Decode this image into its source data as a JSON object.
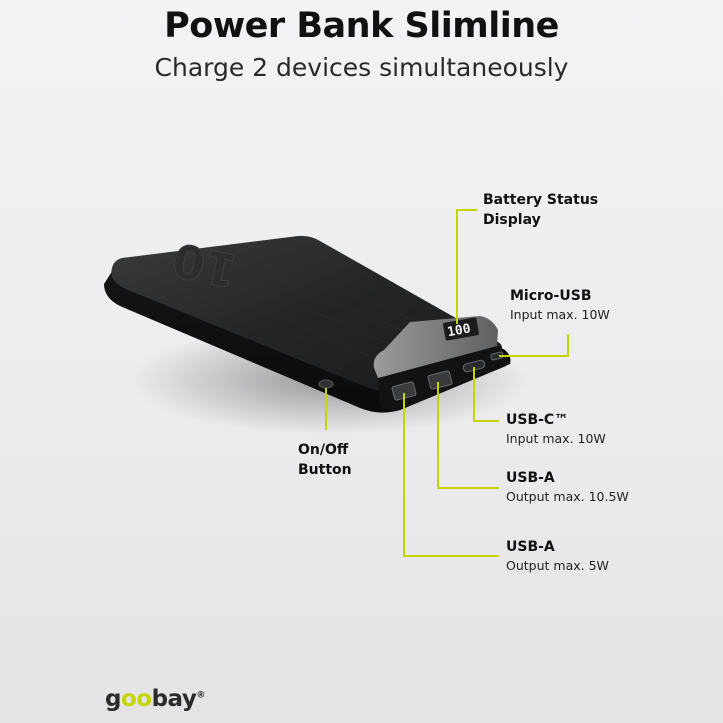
{
  "header": {
    "title": "Power Bank Slimline",
    "subtitle": "Charge 2 devices simultaneously"
  },
  "device": {
    "display_readout": "100",
    "case_print": "10"
  },
  "callouts": {
    "battery_display": {
      "line1": "Battery Status",
      "line2": "Display"
    },
    "micro_usb": {
      "title": "Micro-USB",
      "spec": "Input max. 10W"
    },
    "usb_c": {
      "title": "USB-C™",
      "spec": "Input max. 10W"
    },
    "usb_a_1": {
      "title": "USB-A",
      "spec": "Output max. 10.5W"
    },
    "usb_a_2": {
      "title": "USB-A",
      "spec": "Output max. 5W"
    },
    "onoff": {
      "line1": "On/Off",
      "line2": "Button"
    }
  },
  "brand": {
    "logo_parts": [
      "g",
      "oo",
      "bay"
    ],
    "reg_mark": "®",
    "accent_color": "#c4d600"
  }
}
